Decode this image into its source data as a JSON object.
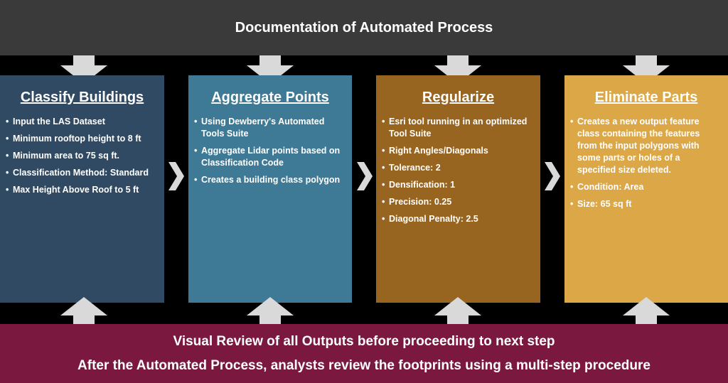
{
  "header": {
    "title": "Documentation of Automated Process"
  },
  "colors": {
    "header_bg": "#3a3a3a",
    "step1": "#2f4a62",
    "step2": "#3e7a95",
    "step3": "#986521",
    "step4": "#dca847",
    "footer_bg": "#7a1840",
    "arrow": "#d9d9d9"
  },
  "steps": [
    {
      "title": "Classify Buildings",
      "bullets": [
        "Input the LAS Dataset",
        "Minimum rooftop height to 8 ft",
        "Minimum area to 75 sq ft.",
        "Classification Method: Standard",
        "Max Height Above Roof to 5 ft"
      ]
    },
    {
      "title": "Aggregate Points",
      "bullets": [
        "Using Dewberry's Automated Tools Suite",
        "Aggregate Lidar points based on Classification Code",
        "Creates a building class polygon"
      ]
    },
    {
      "title": "Regularize",
      "bullets": [
        "Esri tool running in an optimized Tool Suite",
        "Right Angles/Diagonals",
        "Tolerance: 2",
        "Densification: 1",
        "Precision: 0.25",
        "Diagonal Penalty: 2.5"
      ]
    },
    {
      "title": "Eliminate Parts",
      "bullets": [
        "Creates a new output feature class containing the features from the input polygons with some parts or holes of a specified size deleted.",
        "Condition: Area",
        "Size: 65 sq ft"
      ]
    }
  ],
  "footer": {
    "line1": "Visual Review of all Outputs before proceeding to next step",
    "line2": "After the Automated Process, analysts review the footprints using a multi-step procedure"
  }
}
